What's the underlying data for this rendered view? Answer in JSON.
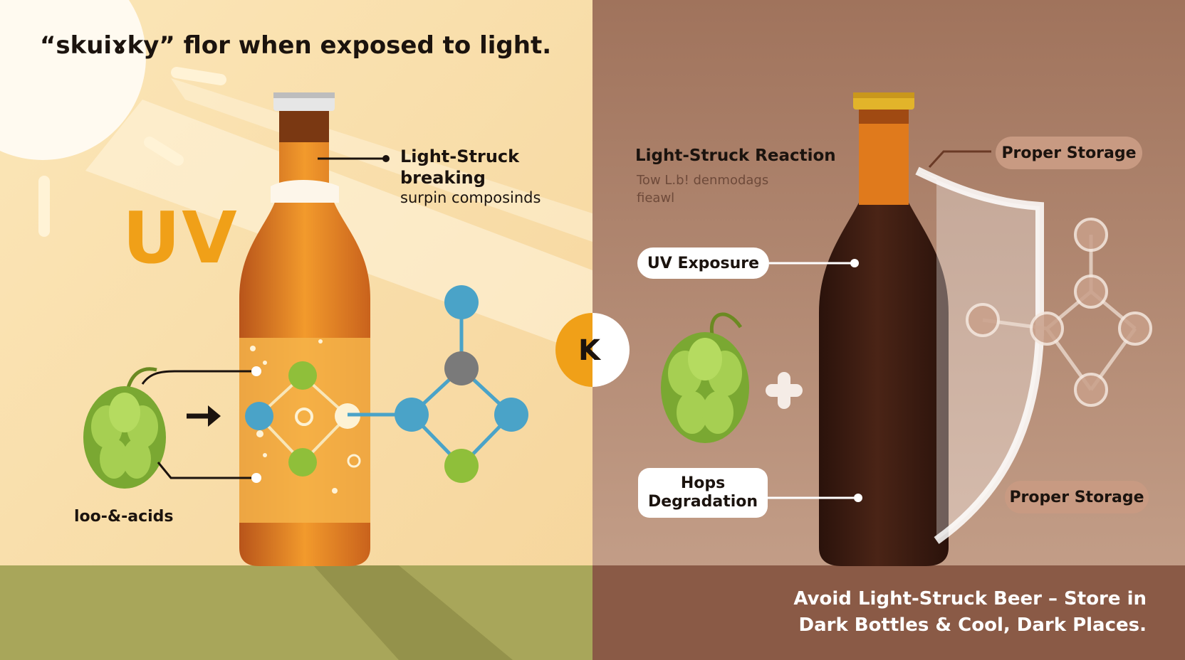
{
  "headline": "“skuiɤky” flor when exposed to light.",
  "uv_label": "UV",
  "light_struck": {
    "line1": "Light-Struck",
    "line2": "breaking",
    "line3": "surpin composinds"
  },
  "iso_acids_label": "loo-&-acids",
  "center_badge": "K",
  "reaction": {
    "title": "Light-Struck Reaction",
    "sub1": "Tow L.b! denmodags",
    "sub2": "fieawl"
  },
  "pills": {
    "uv_exposure": "UV Exposure",
    "hops_line1": "Hops",
    "hops_line2": "Degradation",
    "proper_storage_top": "Proper Storage",
    "proper_storage_bottom": "Proper Storage"
  },
  "footer": {
    "line1": "Avoid Light-Struck Beer – Store in",
    "line2": "Dark Bottles & Cool, Dark Places."
  },
  "colors": {
    "left_bg": "#f8dda8",
    "right_bg": "#a87a62",
    "uv_orange": "#f0a018",
    "amber_beer": "#f29a2c",
    "dark_bottle": "#3a1c12",
    "hop_green": "#8fbf3a",
    "molecule_blue": "#4aa3c8",
    "ground_left": "#a8a65a",
    "ground_right": "#8a5a46"
  }
}
